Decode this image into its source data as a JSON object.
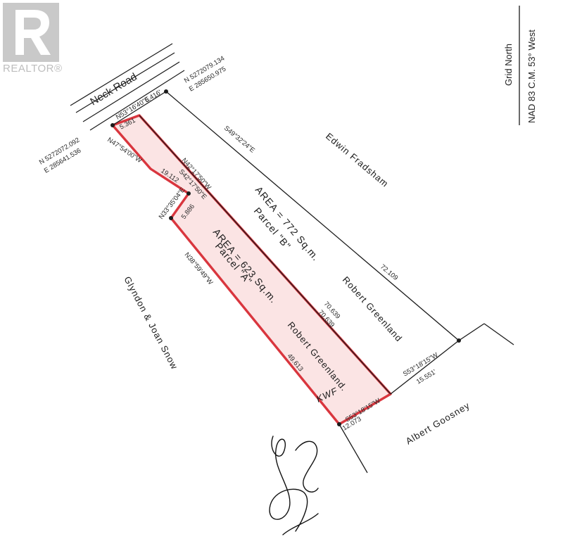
{
  "watermark": {
    "text": "REALTOR®",
    "color": "#c4c4c4"
  },
  "north": {
    "line1": "Grid North",
    "line2": "NAD 83 C.M. 53° West"
  },
  "road": {
    "name": "Neck Road"
  },
  "coords": {
    "ne_corner": {
      "n": "N 5272079.134",
      "e": "E 285650.975"
    },
    "nw_corner": {
      "n": "N 5272072.092",
      "e": "E 285641.536"
    }
  },
  "bearings": {
    "front_a": "N53°16'40\"E",
    "front_b": "6.416'",
    "front_a_dist": "5.361",
    "east_boundary": "S49°32'24\"E",
    "east_dist": "72.109",
    "divider_n": "N42°17'50\"W",
    "divider_s": "S42°17'50\"E",
    "divider_dist_1": "70.639",
    "divider_dist_2": "70.639",
    "west_1": "N47°54'00\"W",
    "west_1_dist": "19.112",
    "west_2": "N33°35'04\"E",
    "west_2_dist": "5.886",
    "west_3": "N38°59'49\"W",
    "west_3_dist": "49.613",
    "rear_a": "S53°18'15\"W",
    "rear_a_dist": "12.073",
    "rear_b": "S53°18'15\"W",
    "rear_b_dist": "15.551'"
  },
  "parcels": {
    "b": {
      "area": "AREA = 772 Sq.m.",
      "name": "Parcel \"B\""
    },
    "a": {
      "area": "AREA = 623 Sq.m.",
      "name": "Parcel \"A\""
    }
  },
  "owners": {
    "ne": "Edwin Fradsham",
    "parcel_b": "Robert Greenland",
    "parcel_a": "Robert Greenland.",
    "west": "Glyndon & Joan Snow",
    "south": "Albert Goosney"
  },
  "initials": "KWF",
  "colors": {
    "parcel_a_outline": "#d9363e",
    "parcel_a_fill": "#fbe4e4",
    "linework": "#1b1b1b"
  }
}
